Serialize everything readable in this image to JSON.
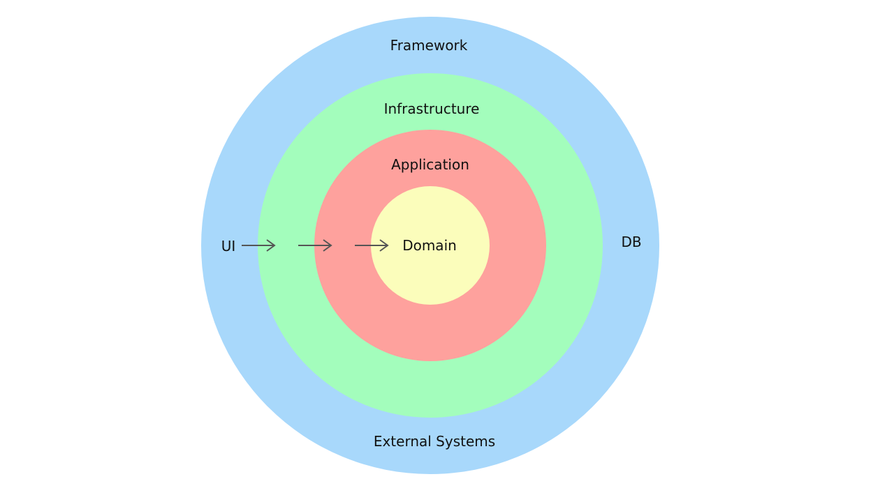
{
  "diagram": {
    "rings": [
      {
        "id": "framework",
        "label": "Framework",
        "color": "#a8d8fb"
      },
      {
        "id": "infrastructure",
        "label": "Infrastructure",
        "color": "#a3fdbc"
      },
      {
        "id": "application",
        "label": "Application",
        "color": "#fea19d"
      },
      {
        "id": "domain",
        "label": "Domain",
        "color": "#fbfdbb"
      }
    ],
    "outer_labels": {
      "ui": "UI",
      "db": "DB",
      "external": "External Systems"
    },
    "arrow_color": "#555555"
  }
}
